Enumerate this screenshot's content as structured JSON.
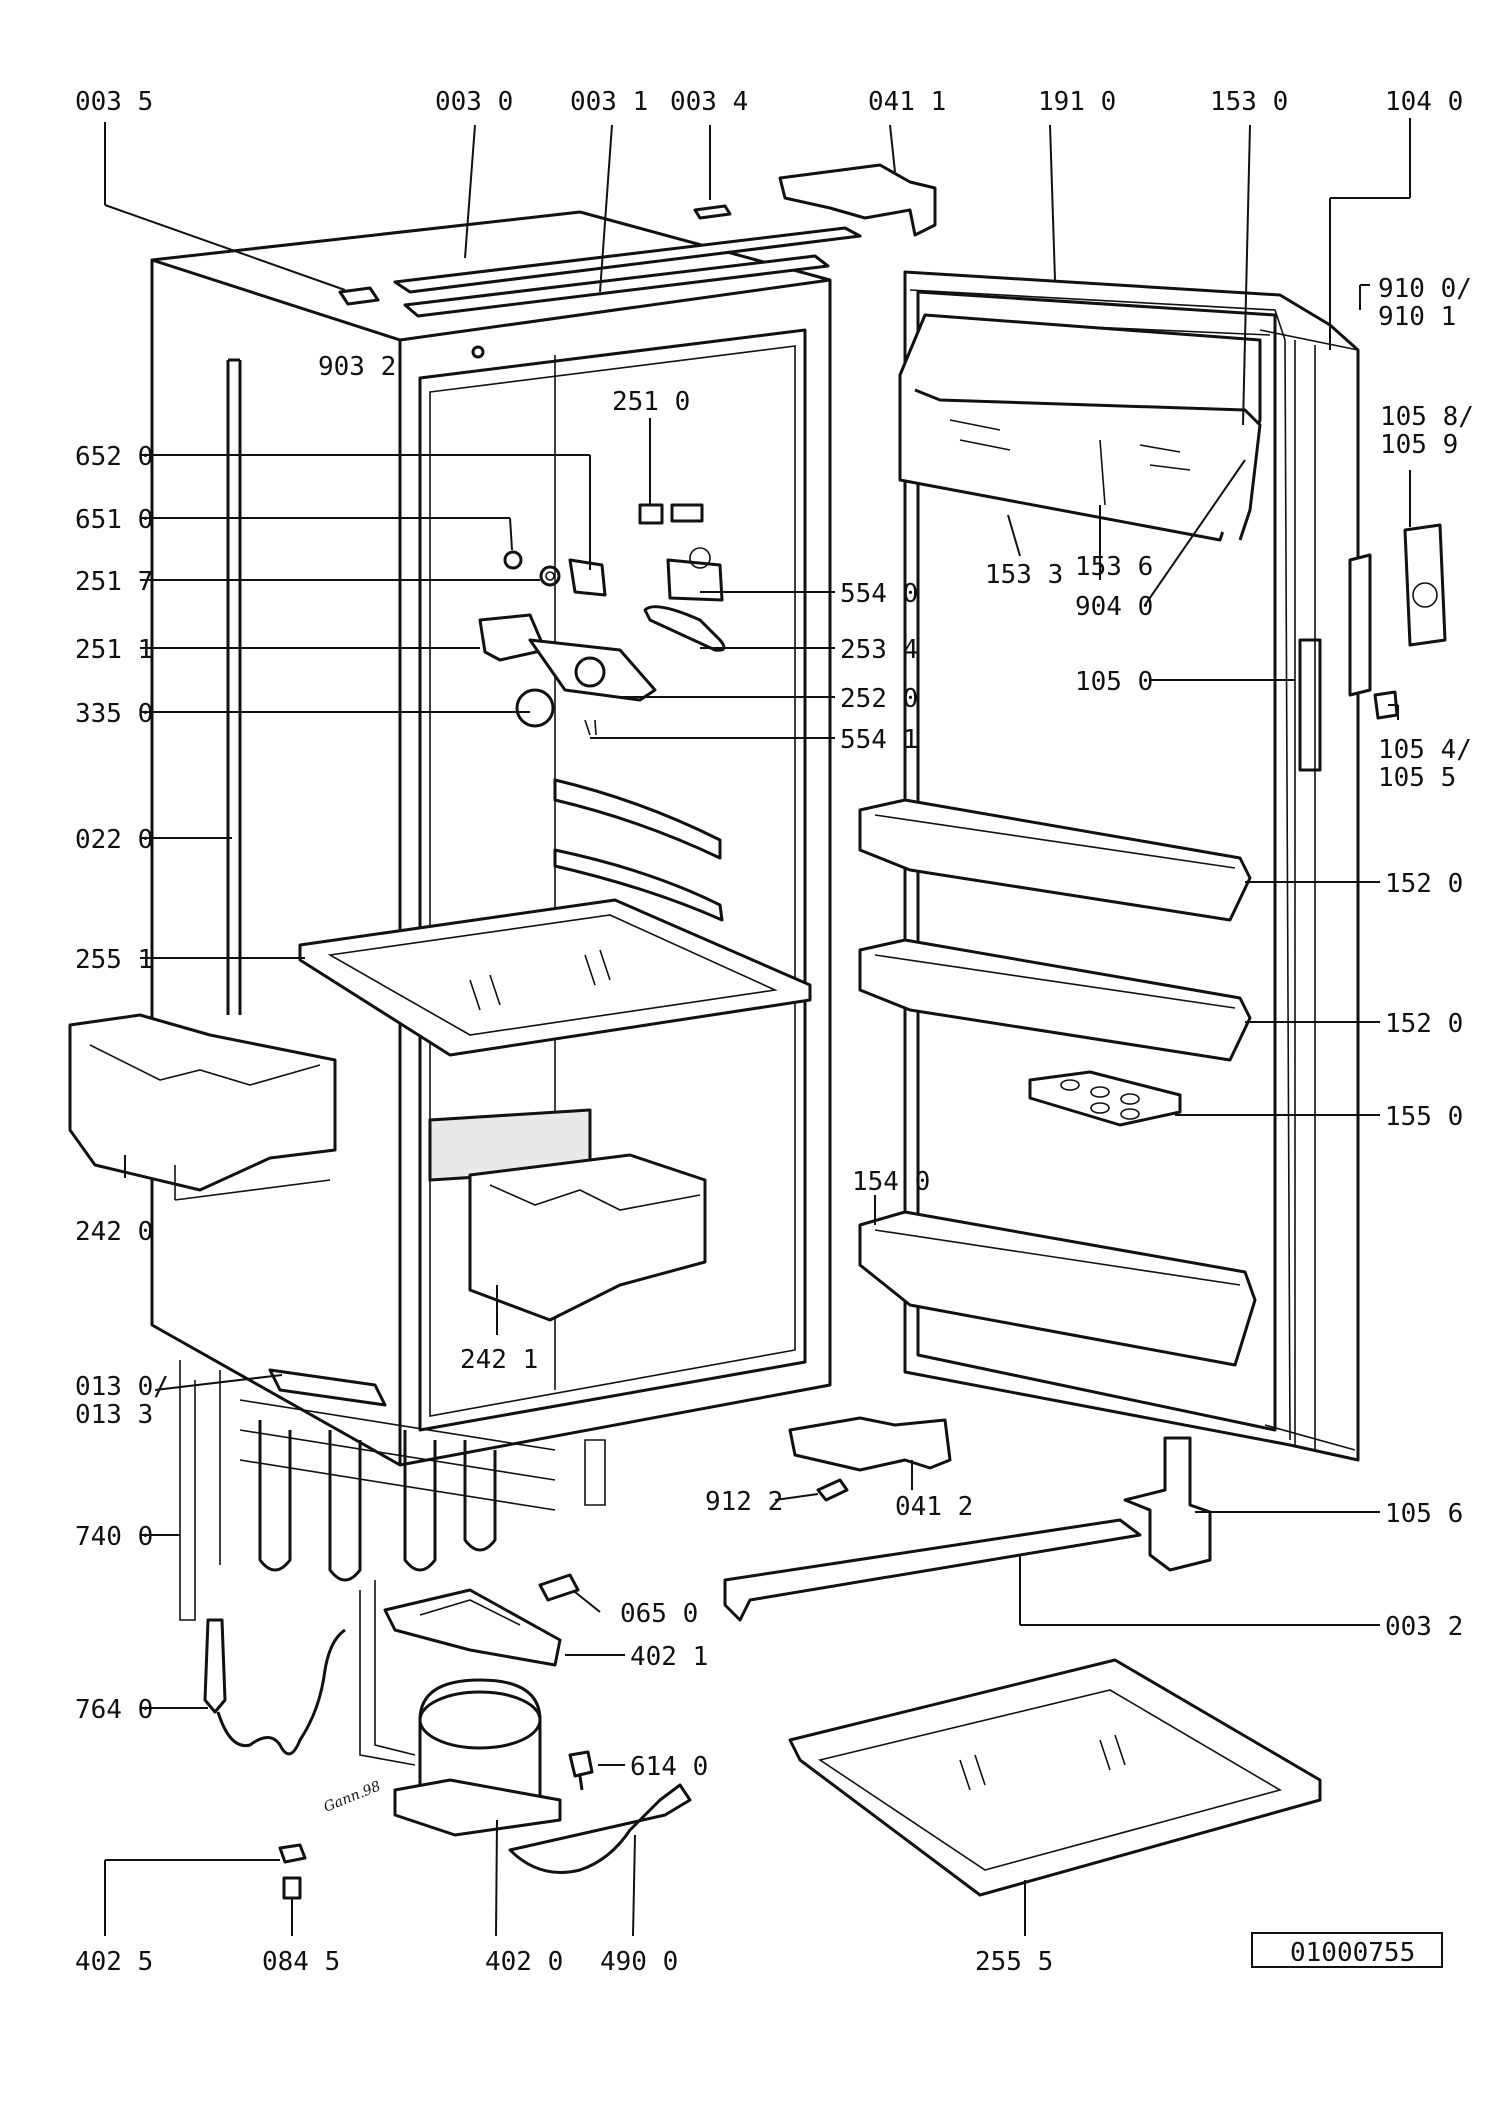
{
  "document_code": "01000755",
  "signature": "Gann.98",
  "labels": {
    "l0035": "003 5",
    "l0030": "003 0",
    "l0031": "003 1",
    "l0034": "003 4",
    "l0411": "041 1",
    "l1910": "191 0",
    "l1530": "153 0",
    "l1040": "104 0",
    "l9100": "910 0/",
    "l9101": "910 1",
    "l9032": "903 2",
    "l2510": "251 0",
    "l1058": "105 8/",
    "l1059": "105 9",
    "l6520": "652 0",
    "l6510": "651 0",
    "l2517": "251 7",
    "l5540": "554 0",
    "l1533": "153 3",
    "l1536": "153 6",
    "l9040": "904 0",
    "l2511": "251 1",
    "l2534": "253 4",
    "l3350": "335 0",
    "l2520": "252 0",
    "l1050": "105 0",
    "l5541": "554 1",
    "l1054": "105 4/",
    "l1055": "105 5",
    "l0220": "022 0",
    "l1520a": "152 0",
    "l2551": "255 1",
    "l1520b": "152 0",
    "l1550": "155 0",
    "l1540": "154 0",
    "l2420": "242 0",
    "l2421": "242 1",
    "l0130": "013 0/",
    "l0133": "013 3",
    "l9122": "912 2",
    "l0412": "041 2",
    "l7400": "740 0",
    "l1056": "105 6",
    "l0650": "065 0",
    "l0032": "003 2",
    "l4021": "402 1",
    "l7640": "764 0",
    "l6140": "614 0",
    "l4025": "402 5",
    "l0845": "084 5",
    "l4020": "402 0",
    "l4900": "490 0",
    "l2555": "255 5"
  }
}
